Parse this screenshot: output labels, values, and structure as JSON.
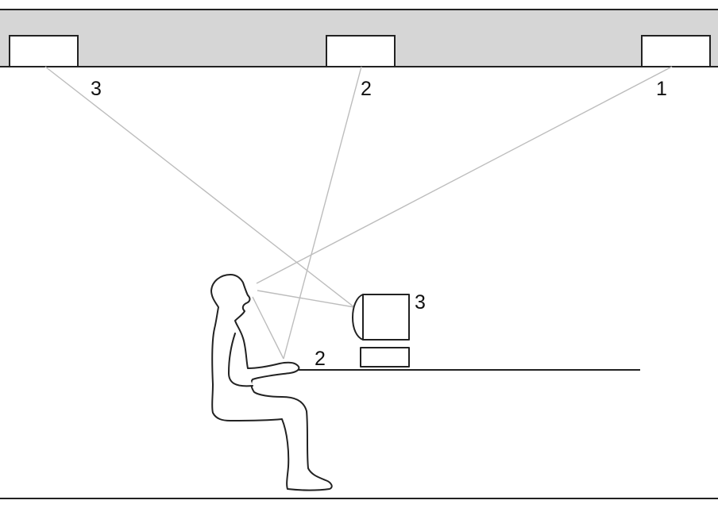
{
  "diagram": {
    "labels": {
      "ceiling_light_1": "1",
      "ceiling_light_2": "2",
      "ceiling_light_3": "3",
      "keyboard_reflection": "2",
      "screen_reflection": "3"
    },
    "colors": {
      "ceiling": "#d6d6d6",
      "outline": "#222222",
      "light_ray": "#bdbdbd",
      "background": "#ffffff"
    }
  }
}
